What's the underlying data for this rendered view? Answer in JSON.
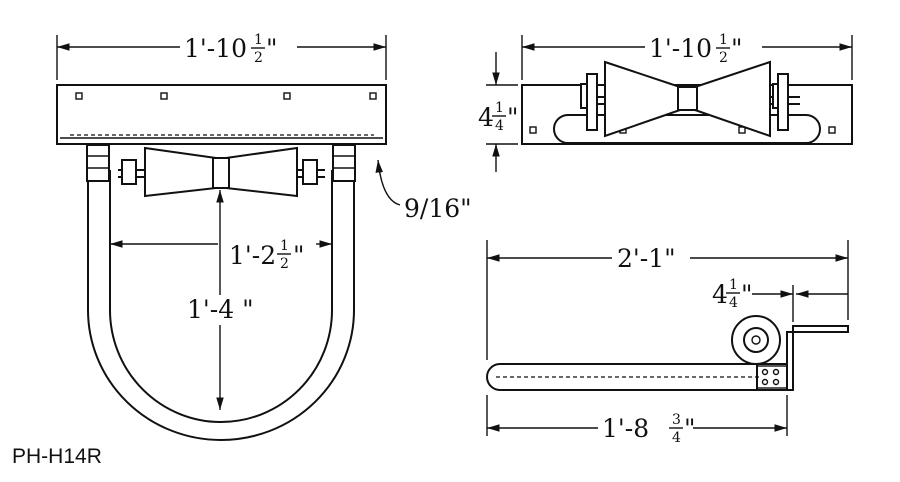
{
  "part_number": "PH-H14R",
  "dimensions": {
    "front_width": {
      "whole": "1'-10",
      "num": "1",
      "den": "2",
      "unit": "\""
    },
    "inner_width": {
      "whole": "1'-2",
      "num": "1",
      "den": "2",
      "unit": "\""
    },
    "depth": {
      "text": "1'-4 \""
    },
    "hole": {
      "text": "9/16\""
    },
    "top_width": {
      "whole": "1'-10",
      "num": "1",
      "den": "2",
      "unit": "\""
    },
    "top_height": {
      "whole": "4",
      "num": "1",
      "den": "4",
      "unit": "\""
    },
    "side_length": {
      "text": "2'-1\""
    },
    "side_offset": {
      "whole": "4",
      "num": "1",
      "den": "4",
      "unit": "\""
    },
    "side_arm": {
      "whole": "1'-8",
      "num": "3",
      "den": "4",
      "unit": "\""
    }
  }
}
